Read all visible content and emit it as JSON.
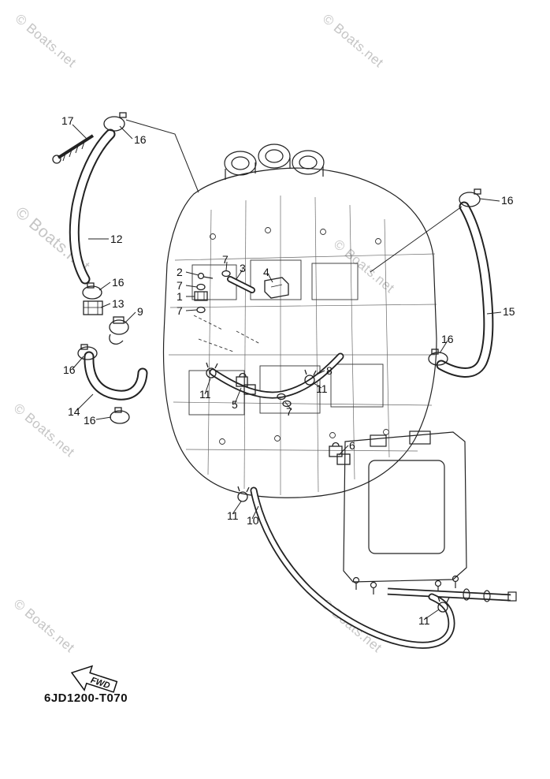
{
  "page": {
    "diagram_code": "6JD1200-T070",
    "fwd_label": "FWD",
    "background": "#ffffff",
    "line_color": "#222222",
    "watermark_color": "#c5c5c5"
  },
  "watermarks": [
    {
      "text": "© Boats.net"
    },
    {
      "text": "© Boats.net"
    },
    {
      "text": "© Boats.net"
    },
    {
      "text": "© Boats.net"
    },
    {
      "text": "© Boats.net"
    },
    {
      "text": "© Boats.net"
    },
    {
      "text": "© Boats.net"
    }
  ],
  "callouts": [
    {
      "label": "17"
    },
    {
      "label": "16"
    },
    {
      "label": "12"
    },
    {
      "label": "16"
    },
    {
      "label": "13"
    },
    {
      "label": "9"
    },
    {
      "label": "2"
    },
    {
      "label": "7"
    },
    {
      "label": "3"
    },
    {
      "label": "4"
    },
    {
      "label": "7"
    },
    {
      "label": "1"
    },
    {
      "label": "7"
    },
    {
      "label": "16"
    },
    {
      "label": "15"
    },
    {
      "label": "16"
    },
    {
      "label": "16"
    },
    {
      "label": "14"
    },
    {
      "label": "16"
    },
    {
      "label": "11"
    },
    {
      "label": "5"
    },
    {
      "label": "8"
    },
    {
      "label": "11"
    },
    {
      "label": "7"
    },
    {
      "label": "6"
    },
    {
      "label": "11"
    },
    {
      "label": "10"
    },
    {
      "label": "11"
    }
  ]
}
